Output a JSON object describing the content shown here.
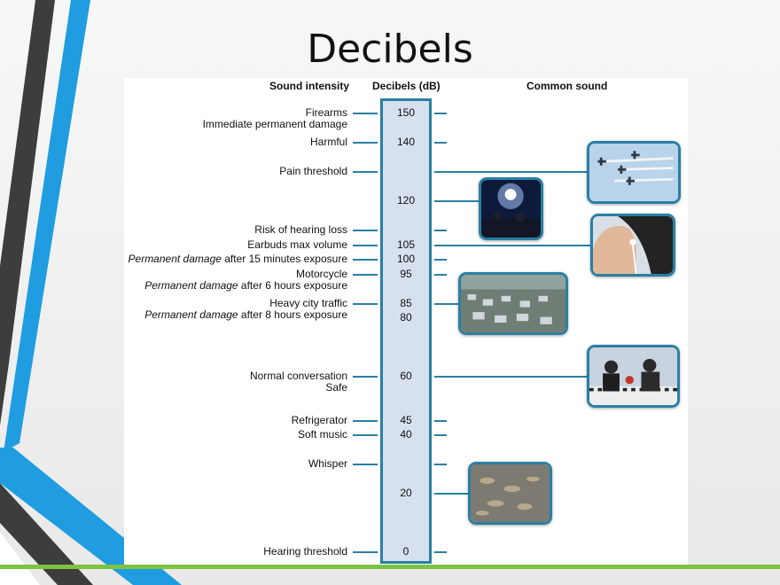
{
  "title": "Decibels",
  "headers": {
    "sound_intensity": "Sound intensity",
    "decibels": "Decibels (dB)",
    "common_sound": "Common sound"
  },
  "labels": [
    {
      "text": "Firearms",
      "level": 150
    },
    {
      "text": "Immediate permanent damage",
      "level": 146
    },
    {
      "text": "Harmful",
      "level": 140
    },
    {
      "text": "Pain threshold",
      "level": 130
    },
    {
      "text": "Risk of hearing loss",
      "level": 110
    },
    {
      "text": "Earbuds max volume",
      "level": 105
    },
    {
      "italic": "Permanent damage",
      "text": " after 15 minutes exposure",
      "level": 100
    },
    {
      "text": "Motorcycle",
      "level": 95
    },
    {
      "italic": "Permanent damage",
      "text": " after 6 hours exposure",
      "level": 91
    },
    {
      "text": "Heavy city traffic",
      "level": 85
    },
    {
      "italic": "Permanent damage",
      "text": " after 8 hours exposure",
      "level": 81
    },
    {
      "text": "Normal conversation",
      "level": 60
    },
    {
      "text": "Safe",
      "level": 56
    },
    {
      "text": "Refrigerator",
      "level": 45
    },
    {
      "text": "Soft music",
      "level": 40
    },
    {
      "text": "Whisper",
      "level": 30
    },
    {
      "text": "Hearing threshold",
      "level": 0
    }
  ],
  "tick_levels": [
    150,
    140,
    130,
    110,
    105,
    100,
    95,
    85,
    60,
    45,
    40,
    30,
    0
  ],
  "db_values": [
    {
      "text": "150",
      "level": 150
    },
    {
      "text": "140",
      "level": 140
    },
    {
      "text": "120",
      "level": 120
    },
    {
      "text": "105",
      "level": 105
    },
    {
      "text": "100",
      "level": 100
    },
    {
      "text": "95",
      "level": 95
    },
    {
      "text": "85",
      "level": 85
    },
    {
      "text": "80",
      "level": 80
    },
    {
      "text": "60",
      "level": 60
    },
    {
      "text": "45",
      "level": 45
    },
    {
      "text": "40",
      "level": 40
    },
    {
      "text": "20",
      "level": 20
    },
    {
      "text": "0",
      "level": 0
    }
  ],
  "photos": [
    {
      "name": "jet-airplanes-photo",
      "level": 130
    },
    {
      "name": "concert-photo",
      "level": 120
    },
    {
      "name": "earbuds-photo",
      "level": 105
    },
    {
      "name": "traffic-photo",
      "level": 85
    },
    {
      "name": "conversation-photo",
      "level": 60
    },
    {
      "name": "leaves-photo",
      "level": 20
    }
  ],
  "colors": {
    "accent": "#2a7fa3",
    "column_fill": "#d6e0ef",
    "deco_blue": "#1f9de0",
    "deco_dark": "#3d3d3d",
    "green_line": "#7ec242"
  }
}
